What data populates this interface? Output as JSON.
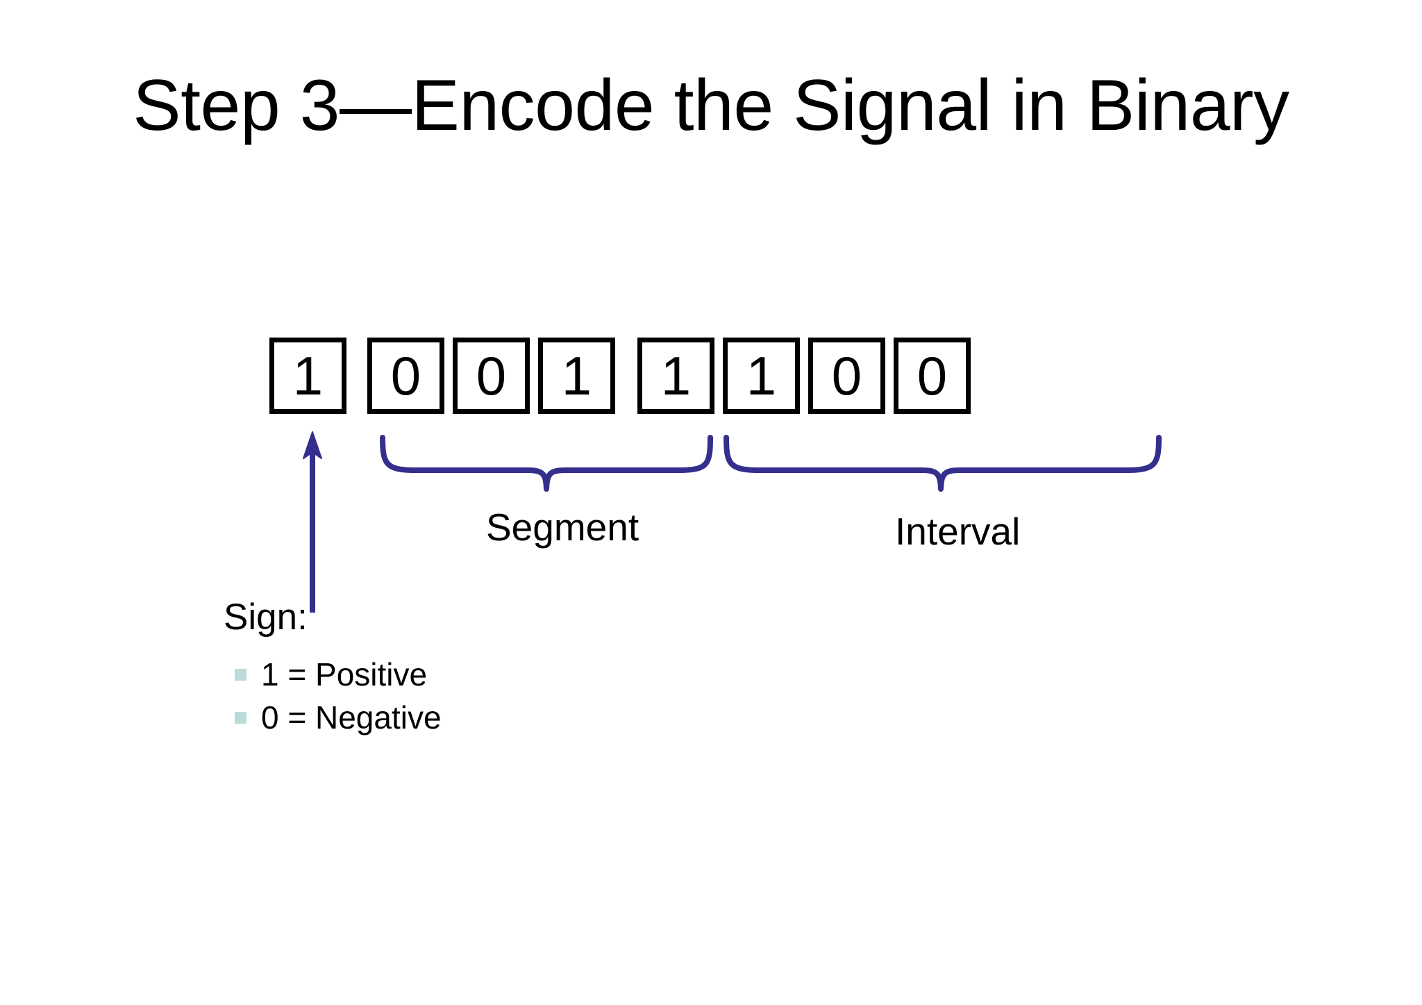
{
  "slide": {
    "title": "Step 3—Encode the Signal in Binary",
    "background_color": "#ffffff",
    "text_color": "#000000"
  },
  "bits": {
    "sign_group": [
      {
        "value": "1"
      }
    ],
    "segment_group": [
      {
        "value": "0"
      },
      {
        "value": "0"
      },
      {
        "value": "1"
      }
    ],
    "interval_group": [
      {
        "value": "1"
      },
      {
        "value": "1"
      },
      {
        "value": "0"
      },
      {
        "value": "0"
      }
    ],
    "full_word": "1 001 1100"
  },
  "annotations": {
    "brace_color": "#342f8c",
    "arrow_color": "#342f8c",
    "segment_label": "Segment",
    "interval_label": "Interval"
  },
  "sign": {
    "label": "Sign:",
    "bullet_color": "#b9dcd9",
    "items": [
      {
        "text": "1 = Positive"
      },
      {
        "text": "0 = Negative"
      }
    ]
  }
}
